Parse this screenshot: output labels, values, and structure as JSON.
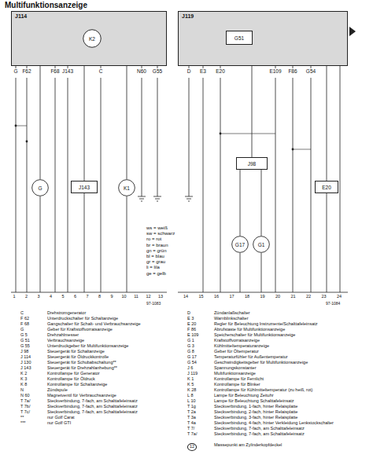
{
  "diagram": {
    "title": "Multifunktionsanzeige",
    "nodes": [
      {
        "text": [
          "J114"
        ]
      },
      {
        "text": [
          "K2"
        ],
        "in": 0
      },
      {
        "text": [
          "J119"
        ]
      },
      {
        "text": [
          "G51"
        ],
        "in": 2
      },
      {
        "text": [
          "J143"
        ]
      },
      {
        "text": [
          "G"
        ]
      },
      {
        "text": [
          "K1"
        ]
      },
      {
        "text": [
          "J98"
        ]
      },
      {
        "text": [
          "G17"
        ]
      },
      {
        "text": [
          "G1"
        ]
      },
      {
        "text": [
          "E20"
        ]
      }
    ],
    "edges": [
      {
        "from": 0,
        "to": 5,
        "arrow": "none"
      },
      {
        "from": 0,
        "to": 4,
        "arrow": "none"
      },
      {
        "from": 0,
        "to": 6,
        "arrow": "none"
      },
      {
        "from": 2,
        "to": 7,
        "arrow": "none"
      },
      {
        "from": 7,
        "to": 8,
        "arrow": "none"
      },
      {
        "from": 7,
        "to": 9,
        "arrow": "none"
      },
      {
        "from": 2,
        "to": 10,
        "arrow": "none"
      }
    ],
    "labels": [
      "G",
      "F62",
      "F68",
      "J143",
      "C",
      "N60",
      "G55",
      "D",
      "E3",
      "E20",
      "E109",
      "F86",
      "G54",
      "1",
      "2",
      "3",
      "4",
      "5",
      "6",
      "7",
      "8",
      "9",
      "10",
      "11",
      "12",
      "13",
      "14",
      "15",
      "16",
      "17",
      "18",
      "19",
      "20",
      "21",
      "22",
      "23",
      "24",
      "97-1083",
      "97-1084",
      "ws = weiß",
      "sw = schwarz",
      "ro = rot",
      "br = braun",
      "gn = grün",
      "bl = blau",
      "gr = grau",
      "li = lila",
      "ge = gelb",
      "C",
      "Drehstromgenerator",
      "F 62",
      "Unterdruckschalter für Schaltanzeige",
      "F 68",
      "Gangschalter für Schalt- und Verbrauchsanzeige",
      "G",
      "Geber für Kraftstoffvorratsanzeige",
      "G 5",
      "Drehzahlmesser",
      "G 51",
      "Verbrauchsanzeige",
      "G 55",
      "Unterdruckgeber für Multifunktionsanzeige",
      "J 98",
      "Steuergerät für Schaltanzeige",
      "J 114",
      "Steuergerät für Öldruckkontrolle",
      "J 130",
      "Steuergerät für Schubabschaltung**",
      "J 143",
      "Steuergerät für Drehzahlanhebung**",
      "K 2",
      "Kontrollampe für Generator",
      "K 3",
      "Kontrollampe für Öldruck",
      "K 8",
      "Kontrollampe für Schaltanzeige",
      "N",
      "Zündspule",
      "N 60",
      "Magnetventil für Verbrauchsanzeige",
      "T 7a/",
      "Steckverbindung, 7-fach, am Schalttafeleinsatz",
      "T 7b/",
      "Steckverbindung, 7-fach, am Schalttafeleinsatz",
      "T 7c/",
      "Steckverbindung, 7-fach, am Schalttafeleinsatz",
      "**",
      "nur Golf Carat",
      "***",
      "nur Golf GTI",
      "D",
      "Zündanlaßschalter",
      "E 3",
      "Warnblinkschalter",
      "E 20",
      "Regler für Beleuchtung Instrumente/Schalttafeleinsatz",
      "F 86",
      "Abrufstaste für Multifunktionsanzeige",
      "E 109",
      "Speicherschalter für Multifunktionsanzeige",
      "G 1",
      "Kraftstoffvorratsanzeige",
      "G 3",
      "Kühlmitteltemperaturanzeige",
      "G 8",
      "Geber für Öltemperatur",
      "G 17",
      "Temperaturfühler für Außentemperatur",
      "G 54",
      "Geschwindigkeitsgeber für Multifunktionsanzeige",
      "J 6",
      "Spannungskonstanter",
      "J 119",
      "Multifunktionsanzeige",
      "K 1",
      "Kontrollampe für Fernlicht",
      "K 5",
      "Kontrollampe für Blinker",
      "K 28",
      "Kontrollampe für Kühlmitteltemperatur (zu heiß, rot)",
      "L 8",
      "Lampe für Beleuchtung Zeituhr",
      "L 10",
      "Lampe für Beleuchtung Schalttafeleinsatz",
      "T 1g",
      "Steckverbindung, 1-fach, hinter Relaisplatte",
      "T 2a",
      "Steckverbindung, 2-fach, hinter Relaisplatte",
      "T 3a",
      "Steckverbindung, 3-fach, hinter Relaisplatte",
      "T 4a",
      "Steckverbindung, 4-fach, hinter Verkleidung Lenkstockschalter",
      "T 7/",
      "Steckverbindung, 7-fach, am Schalttafeleinsatz",
      "T 7a/",
      "Steckverbindung, 7-fach, am Schalttafeleinsatz",
      "12",
      "Massepunkt am Zylinderkopfdeckel"
    ]
  }
}
